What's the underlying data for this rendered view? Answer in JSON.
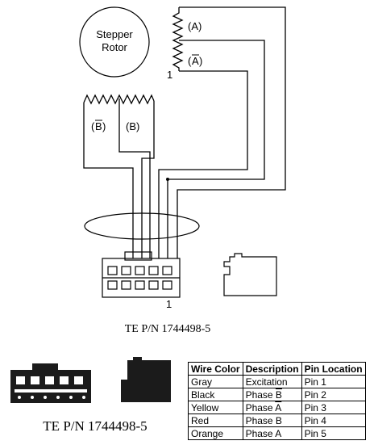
{
  "diagram": {
    "rotor_label_line1": "Stepper",
    "rotor_label_line2": "Rotor",
    "coil_a_label": "(A)",
    "coil_a_bar_letter": "A",
    "coil_b_bar_letter": "B",
    "coil_b_label": "(B)",
    "pin1_marker": "1",
    "caption_top": "TE P/N 1744498-5"
  },
  "bottom": {
    "caption": "TE P/N 1744498-5"
  },
  "pin_table": {
    "headers": [
      "Wire Color",
      "Description",
      "Pin Location"
    ],
    "rows": [
      {
        "wire": "Gray",
        "desc_prefix": "",
        "desc_over": "",
        "desc_plain": "Excitation",
        "pin": "Pin 1"
      },
      {
        "wire": "Black",
        "desc_prefix": "Phase ",
        "desc_over": "B",
        "desc_plain": "",
        "pin": "Pin 2"
      },
      {
        "wire": "Yellow",
        "desc_prefix": "Phase ",
        "desc_over": "A",
        "desc_plain": "",
        "pin": "Pin 3"
      },
      {
        "wire": "Red",
        "desc_prefix": "",
        "desc_over": "",
        "desc_plain": "Phase B",
        "pin": "Pin 4"
      },
      {
        "wire": "Orange",
        "desc_prefix": "",
        "desc_over": "",
        "desc_plain": "Phase A",
        "pin": "Pin 5"
      }
    ]
  }
}
